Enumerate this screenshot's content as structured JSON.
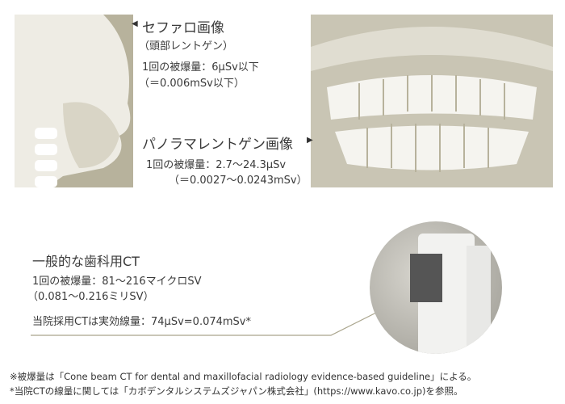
{
  "cephalo": {
    "title": "セファロ画像",
    "subtitle": "（頭部レントゲン）",
    "dose": "1回の被爆量：6μSv以下",
    "dose_msv": "（＝0.006mSv以下）"
  },
  "panorama": {
    "title": "パノラマレントゲン画像",
    "dose": "1回の被爆量：2.7〜24.3μSv",
    "dose_msv": "（＝0.0027〜0.0243mSv）"
  },
  "ct": {
    "title": "一般的な歯科用CT",
    "dose": "1回の被爆量：81〜216マイクロSV",
    "dose_alt": "（0.081〜0.216ミリSV）",
    "clinic_dose": "当院採用CTは実効線量：74μSv=0.074mSv*"
  },
  "notes": [
    "※被爆量は「Cone beam CT for dental and maxillofacial radiology evidence-based guideline」による。",
    "*当院CTの線量に関しては「カボデンタルシステムズジャパン株式会社」(https://www.kavo.co.jp)を参照。"
  ],
  "colors": {
    "xray_bg": "#b7b29c",
    "line": "#a9a48c"
  }
}
